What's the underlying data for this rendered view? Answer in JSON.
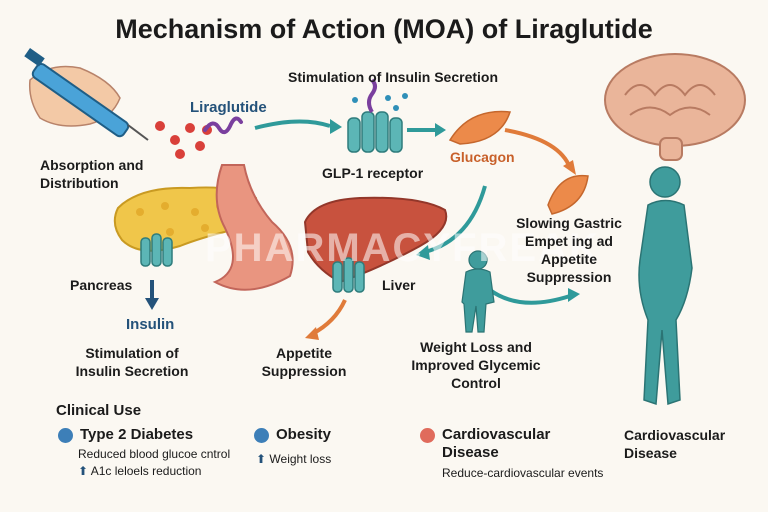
{
  "title": "Mechanism of Action (MOA) of Liraglutide",
  "watermark": "PHARMACYFREAK",
  "labels": {
    "stim_top": "Stimulation of Insulin Secretion",
    "liraglutide": "Liraglutide",
    "absorption_line1": "Absorption and",
    "absorption_line2": "Distribution",
    "glp1": "GLP-1 receptor",
    "glucagon": "Glucagon",
    "gastric_line1": "Slowing Gastric",
    "gastric_line2": "Empet ing ad",
    "gastric_line3": "Appetite",
    "gastric_line4": "Suppression",
    "pancreas": "Pancreas",
    "insulin": "Insulin",
    "stim_bottom_line1": "Stimulation of",
    "stim_bottom_line2": "Insulin Secretion",
    "liver": "Liver",
    "appetite_line1": "Appetite",
    "appetite_line2": "Suppression",
    "weight_line1": "Weight Loss and",
    "weight_line2": "Improved Glycemic",
    "weight_line3": "Control",
    "cardio_right_line1": "Cardiovascular",
    "cardio_right_line2": "Disease"
  },
  "clinical": {
    "heading": "Clinical Use",
    "items": [
      {
        "label": "Type 2 Diabetes",
        "color": "#3d7fb8",
        "sub1": "Reduced blood glucoe cntrol",
        "sub2": "A1c leloels reduction"
      },
      {
        "label": "Obesity",
        "color": "#3d7fb8",
        "sub1": "Weight loss"
      },
      {
        "label_line1": "Cardiovascular",
        "label_line2": "Disease",
        "color": "#e06b5c",
        "sub1": "Reduce-cardiovascular events"
      }
    ]
  },
  "colors": {
    "teal": "#2f9a9a",
    "orange": "#e07b3a",
    "navy": "#24527a",
    "liver": "#c8523e",
    "pancreas": "#f0c64a"
  },
  "icons": [
    "syringe-icon",
    "brain-icon",
    "receptor-icon",
    "liver-icon",
    "pancreas-icon",
    "stomach-icon",
    "human-figure-icon"
  ]
}
